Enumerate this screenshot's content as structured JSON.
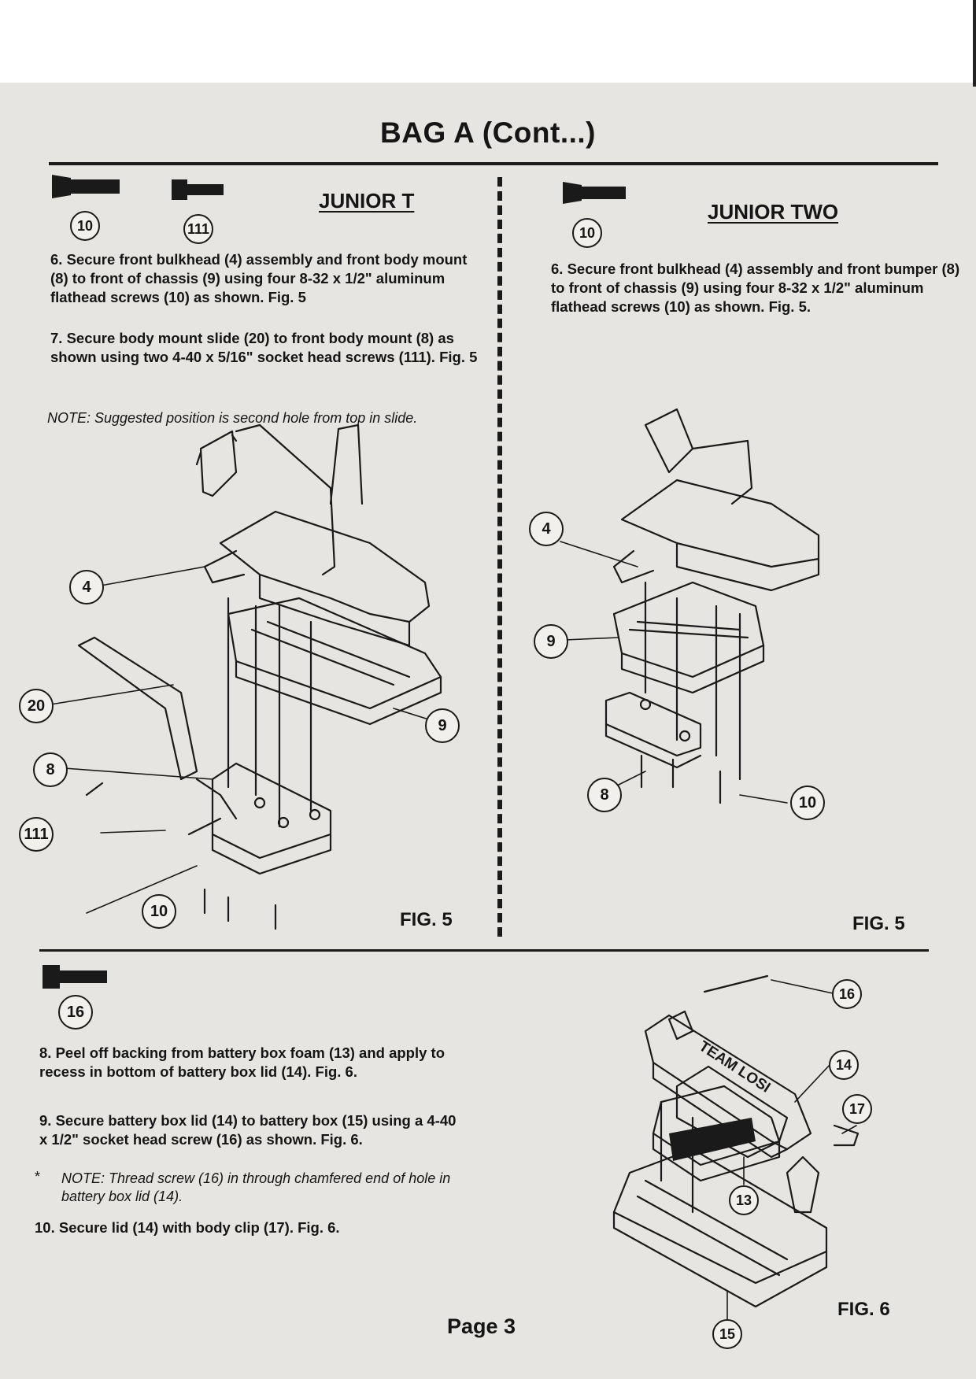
{
  "title": "BAG A (Cont...)",
  "left": {
    "heading": "JUNIOR T",
    "step6": "6. Secure front bulkhead (4) assembly and front body mount (8) to front of chassis (9) using four 8-32 x 1/2\" aluminum flathead screws (10) as shown. Fig. 5",
    "step7": "7. Secure body mount slide (20) to front body mount (8) as shown using two 4-40 x 5/16\" socket head screws (111). Fig. 5",
    "note": "NOTE: Suggested position is second hole from top in slide.",
    "fig": "FIG. 5"
  },
  "right": {
    "heading": "JUNIOR TWO",
    "step6": "6. Secure front bulkhead (4) assembly and front bumper (8) to front of chassis (9) using four 8-32 x 1/2\" aluminum flathead screws (10) as shown. Fig. 5.",
    "fig": "FIG. 5"
  },
  "lower": {
    "step8": "8. Peel off backing from battery box foam (13) and apply to recess in bottom of battery box lid (14). Fig. 6.",
    "step9": "9. Secure battery box lid (14) to battery box (15) using a 4-40 x 1/2\" socket head screw (16) as shown. Fig. 6.",
    "note_star": "*",
    "note": "NOTE: Thread screw (16) in through chamfered end of hole in battery box lid (14).",
    "step10": "10. Secure lid (14) with body clip (17). Fig. 6.",
    "fig": "FIG. 6",
    "lid_logo": "TEAM LOSI"
  },
  "page": "Page 3",
  "callouts": {
    "c10": "10",
    "c111": "111",
    "c4": "4",
    "c20": "20",
    "c8": "8",
    "c9": "9",
    "c16": "16",
    "c14": "14",
    "c17": "17",
    "c13": "13",
    "c15": "15"
  },
  "icons": [
    "flathead-screw-icon",
    "socket-head-screw-icon"
  ]
}
